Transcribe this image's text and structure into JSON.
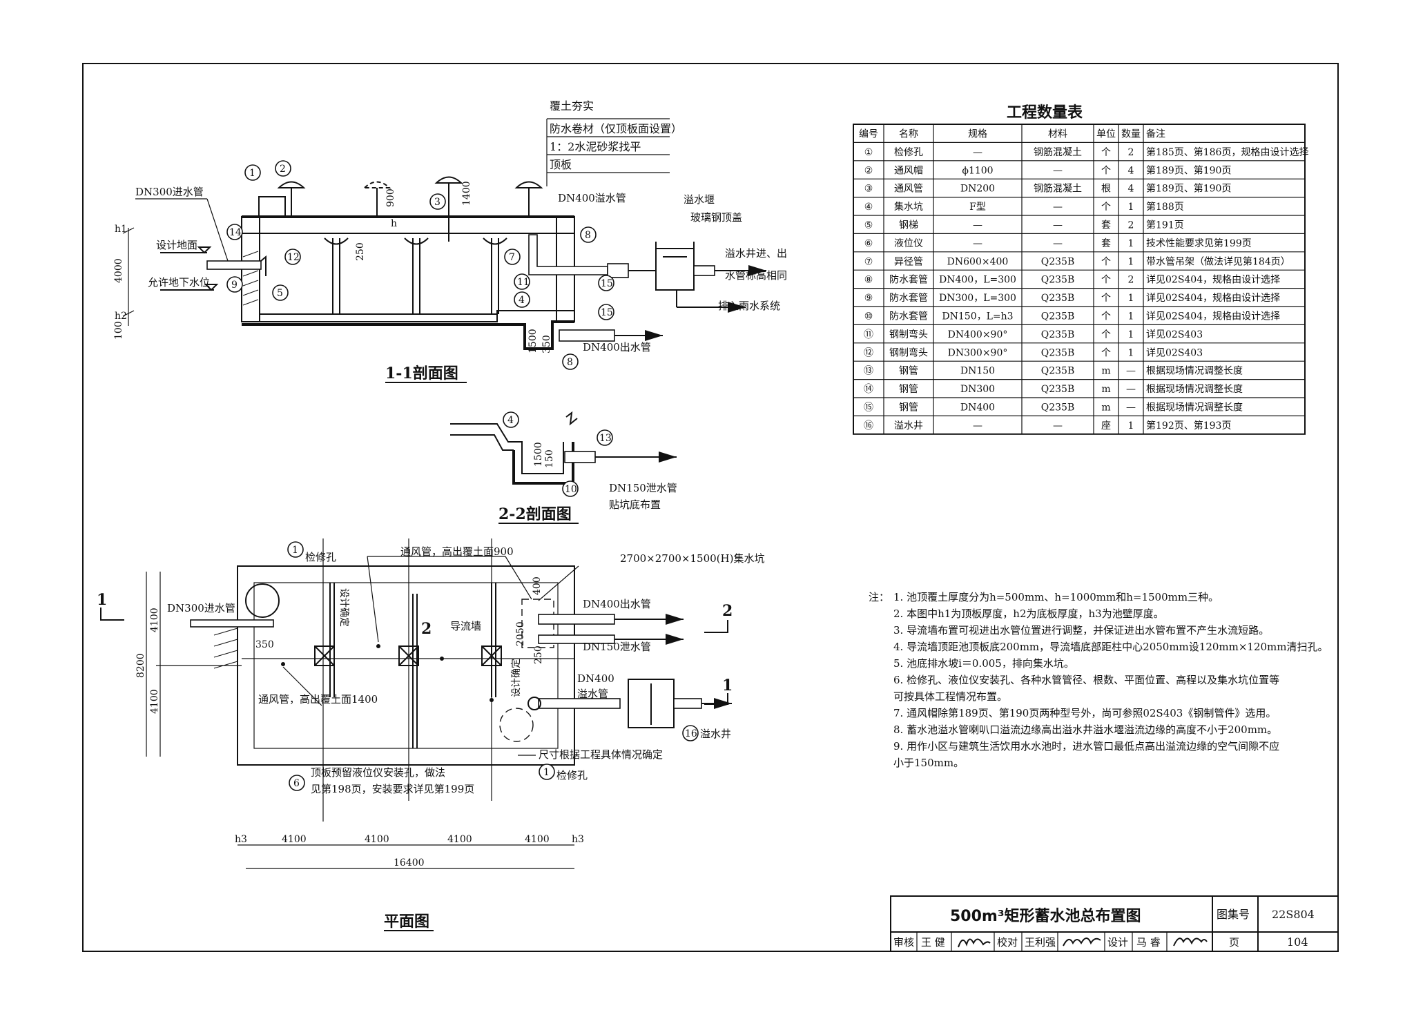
{
  "table": {
    "title": "工程数量表",
    "headers": [
      "编号",
      "名称",
      "规格",
      "材料",
      "单位",
      "数量",
      "备注"
    ],
    "rows": [
      [
        "①",
        "检修孔",
        "—",
        "钢筋混凝土",
        "个",
        "2",
        "第185页、第186页，规格由设计选择"
      ],
      [
        "②",
        "通风帽",
        "ϕ1100",
        "—",
        "个",
        "4",
        "第189页、第190页"
      ],
      [
        "③",
        "通风管",
        "DN200",
        "钢筋混凝土",
        "根",
        "4",
        "第189页、第190页"
      ],
      [
        "④",
        "集水坑",
        "F型",
        "—",
        "个",
        "1",
        "第188页"
      ],
      [
        "⑤",
        "钢梯",
        "—",
        "—",
        "套",
        "2",
        "第191页"
      ],
      [
        "⑥",
        "液位仪",
        "—",
        "—",
        "套",
        "1",
        "技术性能要求见第199页"
      ],
      [
        "⑦",
        "异径管",
        "DN600×400",
        "Q235B",
        "个",
        "1",
        "带水管吊架（做法详见第184页）"
      ],
      [
        "⑧",
        "防水套管",
        "DN400，L=300",
        "Q235B",
        "个",
        "2",
        "详见02S404，规格由设计选择"
      ],
      [
        "⑨",
        "防水套管",
        "DN300，L=300",
        "Q235B",
        "个",
        "1",
        "详见02S404，规格由设计选择"
      ],
      [
        "⑩",
        "防水套管",
        "DN150，L=h3",
        "Q235B",
        "个",
        "1",
        "详见02S404，规格由设计选择"
      ],
      [
        "⑪",
        "钢制弯头",
        "DN400×90°",
        "Q235B",
        "个",
        "1",
        "详见02S403"
      ],
      [
        "⑫",
        "钢制弯头",
        "DN300×90°",
        "Q235B",
        "个",
        "1",
        "详见02S403"
      ],
      [
        "⑬",
        "钢管",
        "DN150",
        "Q235B",
        "m",
        "—",
        "根据现场情况调整长度"
      ],
      [
        "⑭",
        "钢管",
        "DN300",
        "Q235B",
        "m",
        "—",
        "根据现场情况调整长度"
      ],
      [
        "⑮",
        "钢管",
        "DN400",
        "Q235B",
        "m",
        "—",
        "根据现场情况调整长度"
      ],
      [
        "⑯",
        "溢水井",
        "—",
        "—",
        "座",
        "1",
        "第192页、第193页"
      ]
    ]
  },
  "notes": {
    "prefix": "注：",
    "items": [
      "1. 池顶覆土厚度分为h=500mm、h=1000mm和h=1500mm三种。",
      "2. 本图中h1为顶板厚度，h2为底板厚度，h3为池壁厚度。",
      "3. 导流墙布置可视进出水管位置进行调整，并保证进出水管布置不产生水流短路。",
      "4. 导流墙顶距池顶板底200mm，导流墙底部距柱中心2050mm设120mm×120mm清扫孔。",
      "5. 池底排水坡i＝0.005，排向集水坑。",
      "6. 检修孔、液位仪安装孔、各种水管管径、根数、平面位置、高程以及集水坑位置等",
      "   可按具体工程情况布置。",
      "7. 通风帽除第189页、第190页两种型号外，尚可参照02S403《钢制管件》选用。",
      "8. 蓄水池溢水管喇叭口溢流边缘高出溢水井溢水堰溢流边缘的高度不小于200mm。",
      "9. 用作小区与建筑生活饮用水水池时，进水管口最低点高出溢流边缘的空气间隙不应",
      "   小于150mm。"
    ]
  },
  "section11": {
    "title": "1-1剖面图",
    "layers": [
      "覆土夯实",
      "防水卷材（仅顶板面设置）",
      "1：2水泥砂浆找平",
      "顶板"
    ],
    "labels": {
      "dn300_in": "DN300进水管",
      "design_ground": "设计地面",
      "groundwater": "允许地下水位",
      "dn400_overflow": "DN400溢水管",
      "weir": "溢水堰",
      "glass_cover": "玻璃钢顶盖",
      "overflow_elev1": "溢水井进、出",
      "overflow_elev2": "水管标高相同",
      "to_storm": "排入雨水系统",
      "dn400_out": "DN400出水管",
      "dim_4000": "4000",
      "dim_100": "100",
      "dim_1400": "1400",
      "dim_900": "900",
      "dim_250": "250",
      "dim_1500": "1500",
      "dim_350": "350",
      "h": "h",
      "h1": "h1",
      "h2": "h2"
    }
  },
  "section22": {
    "title": "2-2剖面图",
    "labels": {
      "dn150_drain": "DN150泄水管",
      "bottom_layout": "贴坑底布置",
      "dim_1500": "1500",
      "dim_150": "150"
    }
  },
  "plan": {
    "title": "平面图",
    "labels": {
      "manhole": "检修孔",
      "vent_900": "通风管，高出覆土面900",
      "sump": "2700×2700×1500(H)集水坑",
      "dn300_in": "DN300进水管",
      "dn400_out": "DN400出水管",
      "guide_wall": "导流墙",
      "dn150_drain": "DN150泄水管",
      "dn400_overflow_1": "DN400",
      "dn400_overflow_2": "溢水管",
      "vent_1400": "通风管，高出覆土面1400",
      "overflow_well": "溢水井",
      "size_note": "尺寸根据工程具体情况确定",
      "level_hole_1": "顶板预留液位仪安装孔，做法",
      "level_hole_2": "见第198页，安装要求详见第199页",
      "design_det": "设计确定",
      "dim_4100": "4100",
      "dim_8200": "8200",
      "dim_16400": "16400",
      "dim_350": "350",
      "dim_400": "400",
      "dim_2050": "2050",
      "dim_250": "250",
      "cut1": "1",
      "cut2": "2",
      "h3": "h3"
    }
  },
  "titleblock": {
    "drawing_title": "500m³矩形蓄水池总布置图",
    "atlas_label": "图集号",
    "atlas_no": "22S804",
    "review_label": "审核",
    "reviewer": "王 健",
    "check_label": "校对",
    "checker": "王利强",
    "design_label": "设计",
    "designer": "马 睿",
    "page_label": "页",
    "page_no": "104"
  }
}
